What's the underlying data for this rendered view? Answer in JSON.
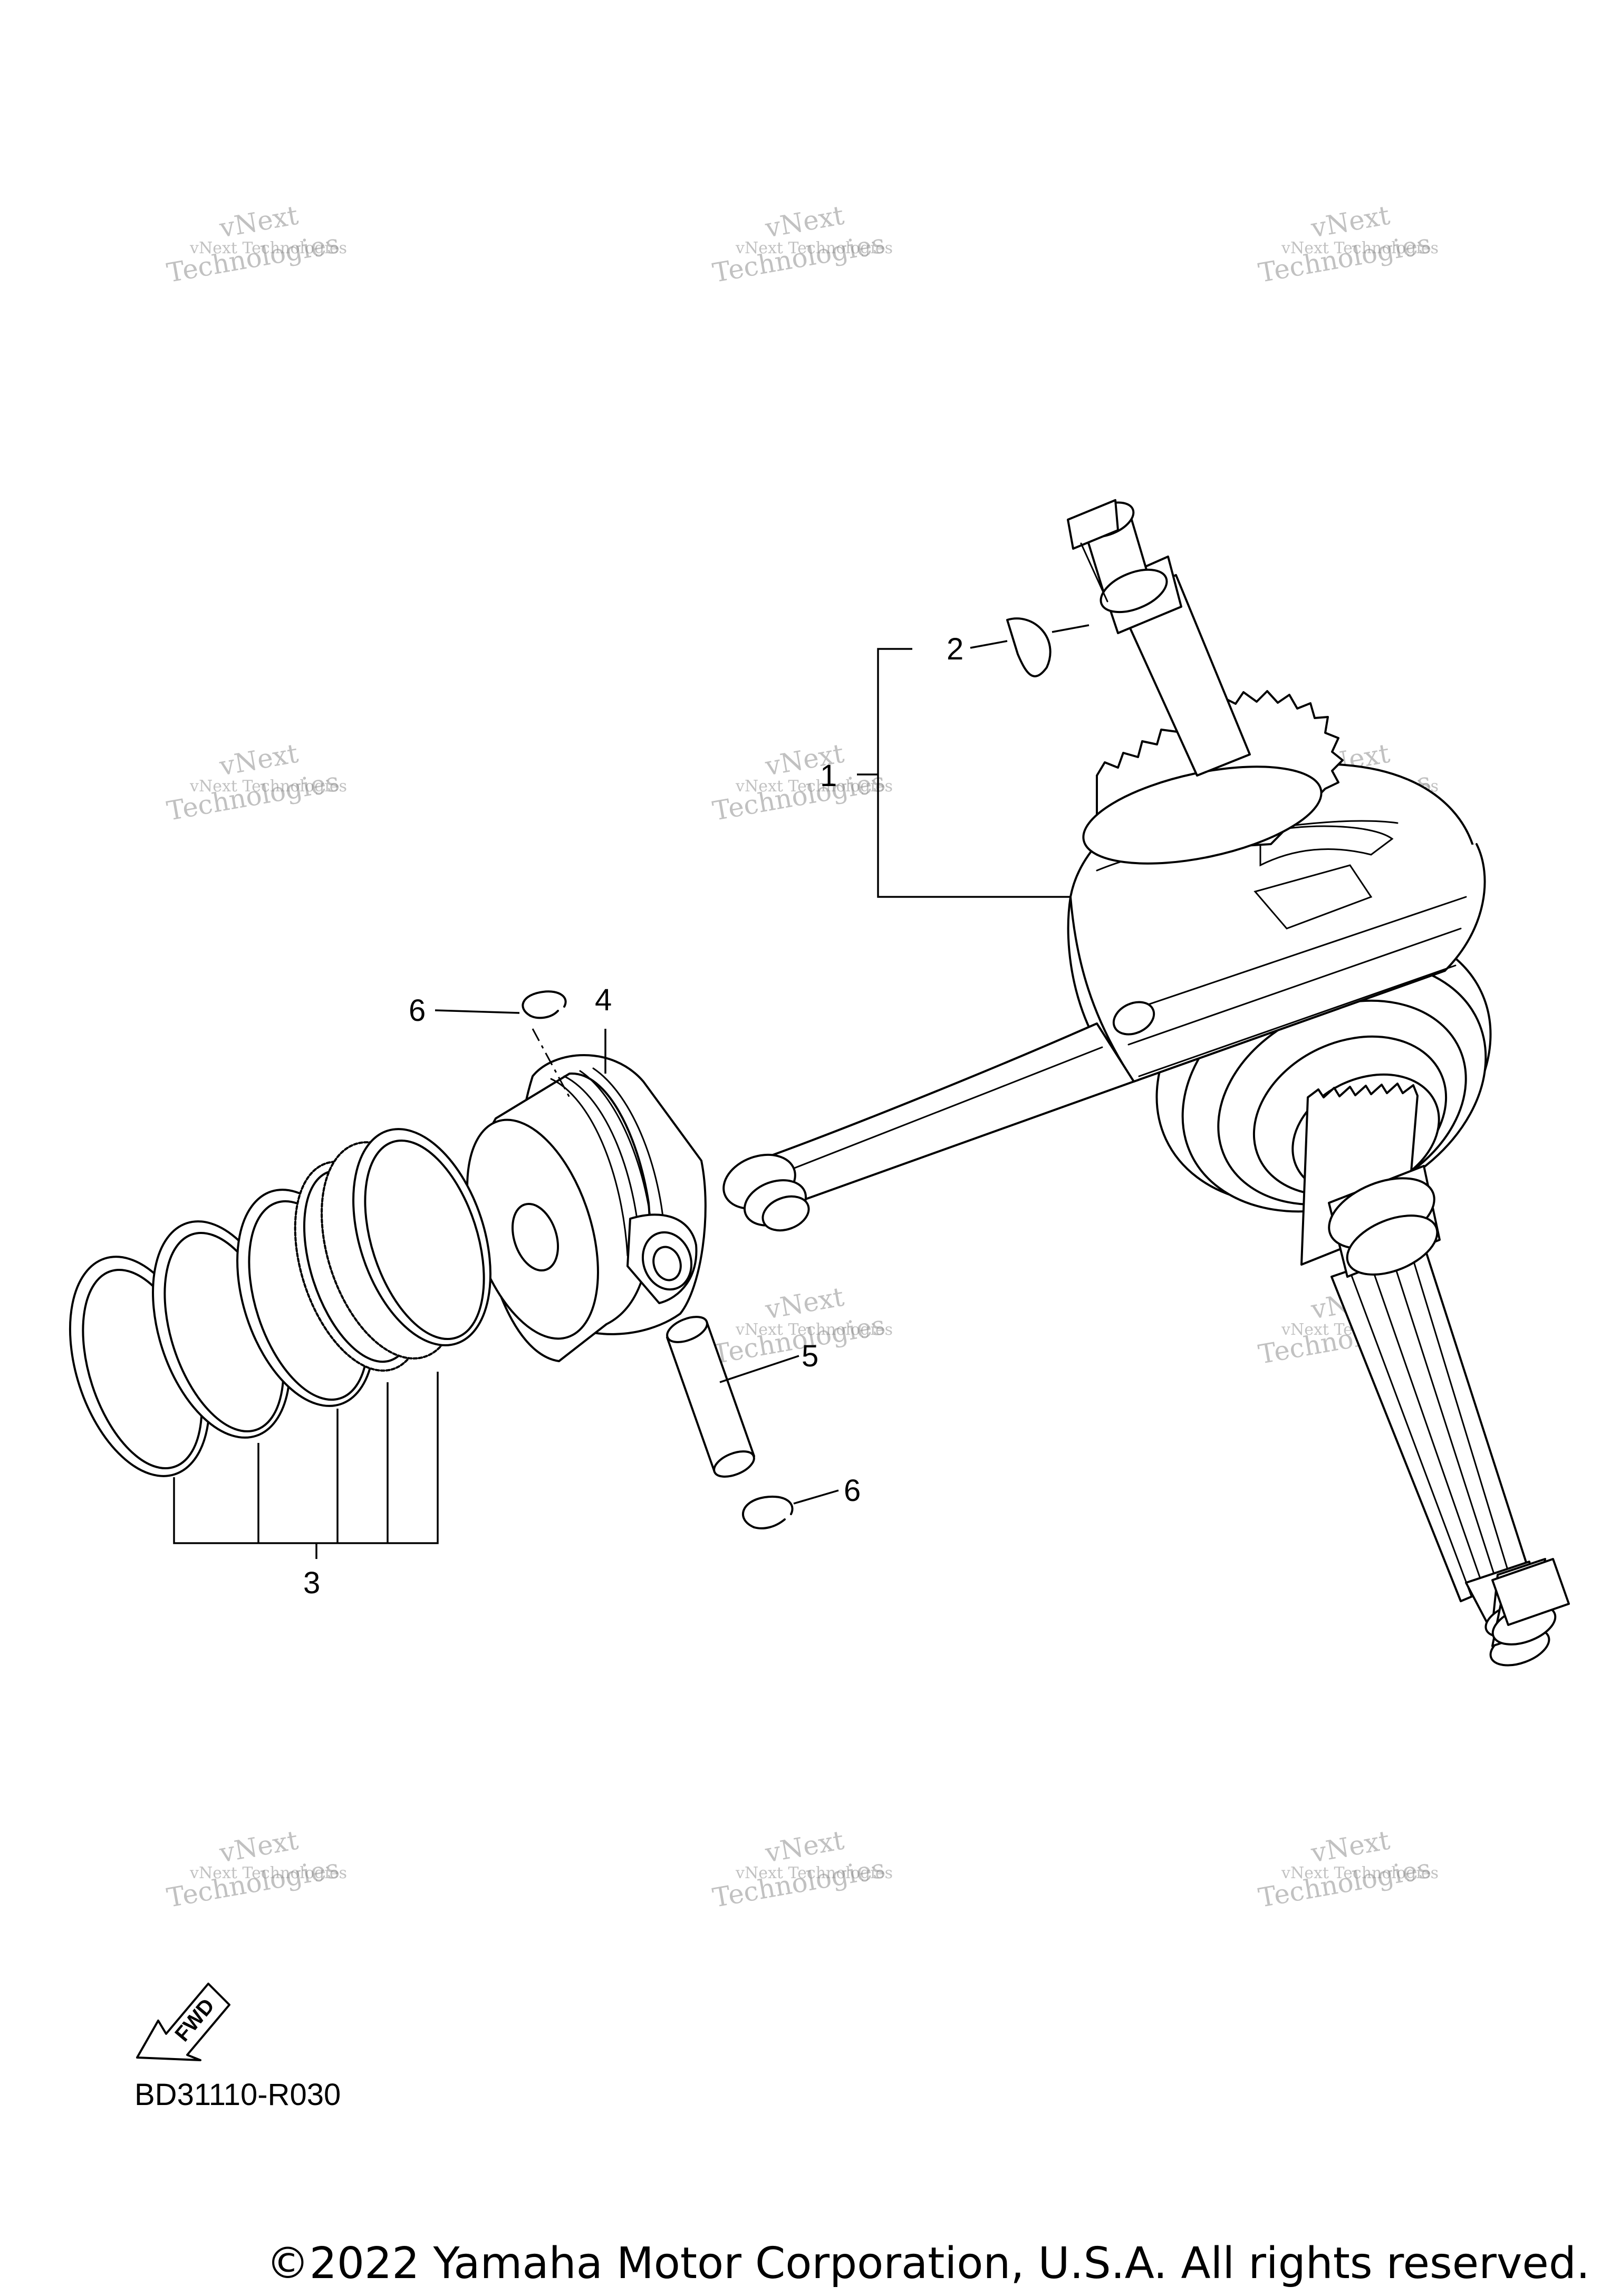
{
  "callouts": {
    "c1": "1",
    "c2": "2",
    "c3": "3",
    "c4": "4",
    "c5": "5",
    "c6a": "6",
    "c6b": "6"
  },
  "watermark": {
    "line1": "vNext Technologies",
    "line2": "vNext",
    "line3": "Technologies"
  },
  "fwd_label": "FWD",
  "diagram_code": "BD31110-R030",
  "copyright": "©2022 Yamaha Motor Corporation, U.S.A. All rights reserved."
}
